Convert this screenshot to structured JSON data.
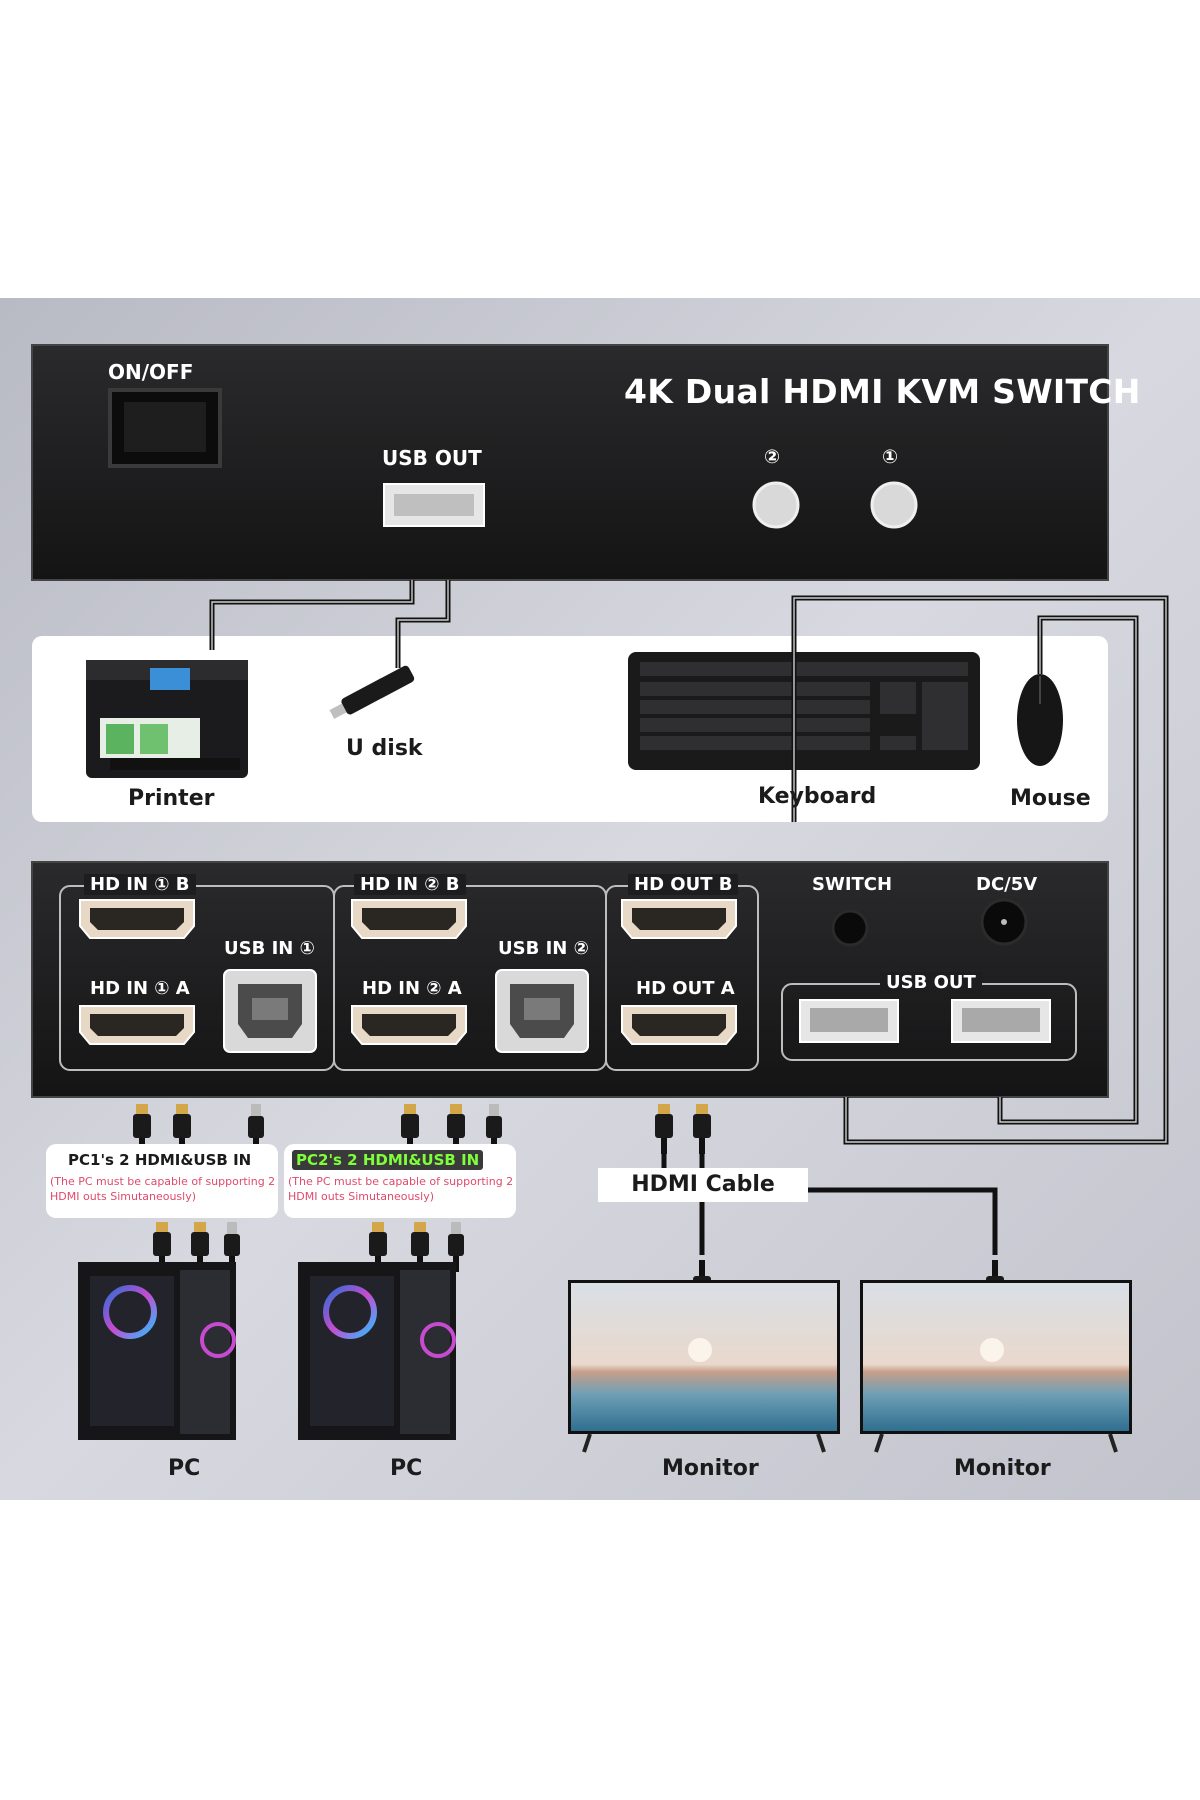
{
  "switch": {
    "title": "4K Dual HDMI KVM SWITCH",
    "power_label": "ON/OFF",
    "front_usb_label": "USB OUT",
    "button_labels": [
      "②",
      "①"
    ]
  },
  "peripherals": {
    "printer": "Printer",
    "u_disk": "U disk",
    "keyboard": "Keyboard",
    "mouse": "Mouse"
  },
  "rear": {
    "pc1_group": {
      "hdmi_b": "HD IN ① B",
      "hdmi_a": "HD IN ① A",
      "usb": "USB IN ①"
    },
    "pc2_group": {
      "hdmi_b": "HD IN ② B",
      "hdmi_a": "HD IN ② A",
      "usb": "USB IN ②"
    },
    "out_group": {
      "hdmi_b": "HD OUT B",
      "hdmi_a": "HD OUT A"
    },
    "switch_label": "SWITCH",
    "dc_label": "DC/5V",
    "usb_out_label": "USB OUT"
  },
  "notes": {
    "pc1_title": "PC1's 2 HDMI&USB IN",
    "pc2_title": "PC2's 2 HDMI&USB IN",
    "requirement": "(The PC must be capable of supporting 2 HDMI outs Simutaneously)"
  },
  "hdmi_cable_label": "HDMI Cable",
  "devices": {
    "pc1": "PC",
    "pc2": "PC",
    "monitor1": "Monitor",
    "monitor2": "Monitor"
  },
  "colors": {
    "background": "#c9cad3",
    "switch_body": "#1d1d1f",
    "cable": "#111111",
    "hdmi_port": "#e8d9c7",
    "pc2_note_title_bg": "#3a3a3a",
    "pc2_note_title_text": "#7dff3a",
    "note_sub_text": "#e04a6a"
  }
}
